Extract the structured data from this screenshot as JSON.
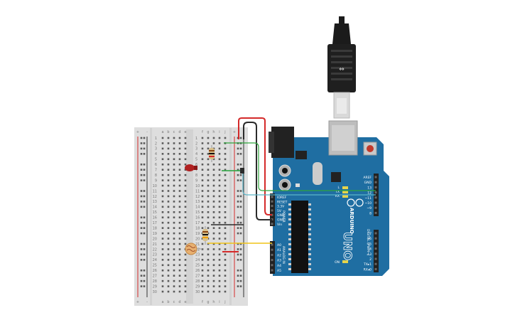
{
  "breadboard": {
    "col_letters_left": [
      "a",
      "b",
      "c",
      "d",
      "e"
    ],
    "col_letters_right": [
      "f",
      "g",
      "h",
      "i",
      "j"
    ],
    "rail_plus": "+",
    "rail_minus": "-",
    "row_numbers": [
      "1",
      "2",
      "3",
      "4",
      "5",
      "6",
      "7",
      "8",
      "9",
      "10",
      "11",
      "12",
      "13",
      "14",
      "15",
      "16",
      "17",
      "18",
      "19",
      "20",
      "21",
      "22",
      "23",
      "24",
      "25",
      "26",
      "27",
      "28",
      "29",
      "30"
    ]
  },
  "arduino": {
    "brand": "ARDUINO",
    "model": "UNO",
    "power_pins": [
      "IOREF",
      "RESET",
      "3.3V",
      "5V",
      "GND",
      "GND",
      "Vin"
    ],
    "power_label": "POWER",
    "analog_pins": [
      "A0",
      "A1",
      "A2",
      "A3",
      "A4",
      "A5"
    ],
    "analog_label": "ANALOG IN",
    "digital_top": [
      "AREF",
      "GND",
      "13",
      "12",
      "~11",
      "~10",
      "~9",
      "8"
    ],
    "digital_bottom": [
      "7",
      "~6",
      "~5",
      "4",
      "~3",
      "2",
      "TX▸1",
      "RX◂0"
    ],
    "digital_label": "DIGITAL (PWM~)",
    "leds": [
      "L",
      "TX",
      "RX"
    ],
    "on_label": "ON"
  },
  "colors": {
    "board_blue": "#1f6ea2",
    "board_dark": "#185a85",
    "breadboard": "#dedede",
    "wire_red": "#d42a2a",
    "wire_black": "#2b2b2b",
    "wire_green": "#2ea43c",
    "wire_teal": "#5ab4c8",
    "wire_yellow": "#f0c419",
    "led_red": "#b02020"
  },
  "icons": [
    "usb-cable-icon",
    "resistor-icon",
    "led-icon",
    "photoresistor-icon",
    "reset-button-icon"
  ]
}
